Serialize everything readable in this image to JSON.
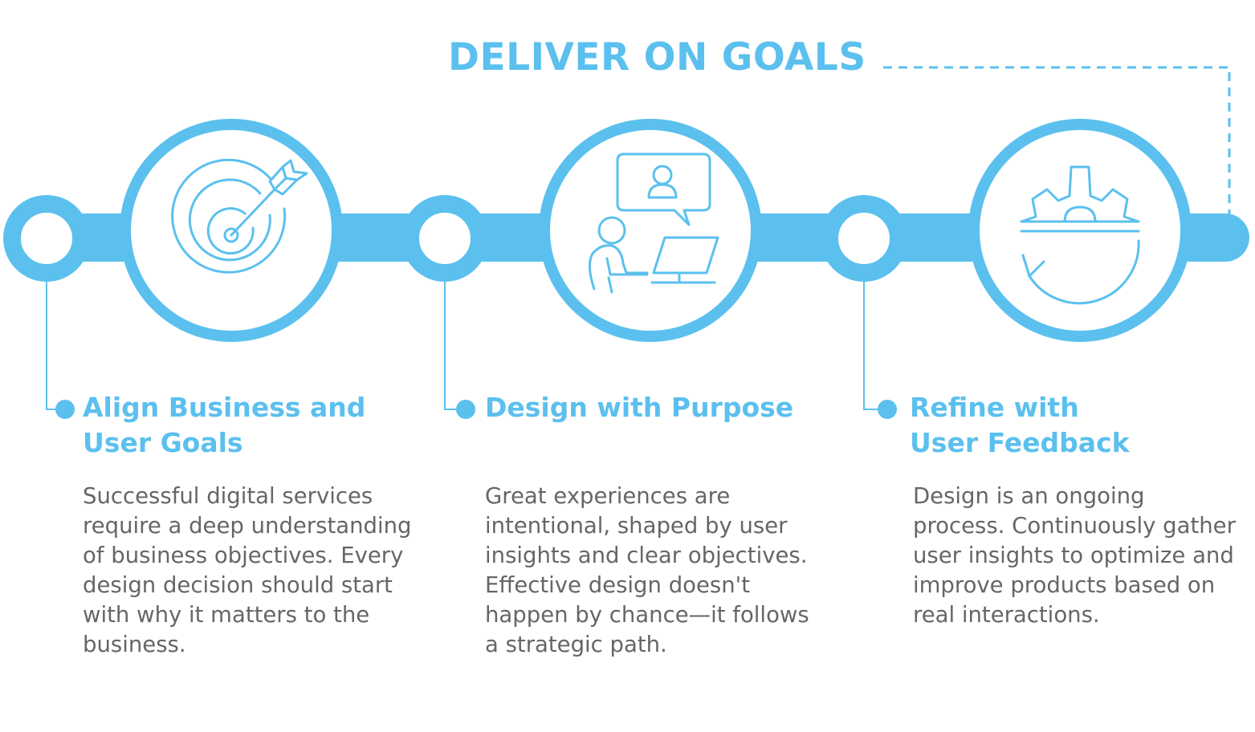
{
  "title": "DELIVER ON GOALS",
  "colors": {
    "accent": "#5bc0ee",
    "body_text": "#666666",
    "background": "#ffffff"
  },
  "steps": [
    {
      "icon": "target-arrow-icon",
      "title_lines": [
        "Align Business and",
        "User Goals"
      ],
      "body_lines": [
        "Successful digital services",
        "require a deep understanding",
        "of business objectives. Every",
        "design decision should start",
        "with why it matters to the",
        "business."
      ]
    },
    {
      "icon": "user-at-computer-icon",
      "title_lines": [
        "Design with Purpose"
      ],
      "body_lines": [
        "Great experiences are",
        "intentional, shaped by user",
        "insights and clear objectives.",
        "Effective design doesn't",
        "happen by chance—it follows",
        "a strategic path."
      ]
    },
    {
      "icon": "gear-refresh-icon",
      "title_lines": [
        "Refine with",
        "User Feedback"
      ],
      "body_lines": [
        "Design is an ongoing",
        "process. Continuously gather",
        "user insights to optimize and",
        "improve products based on",
        "real interactions."
      ]
    }
  ]
}
